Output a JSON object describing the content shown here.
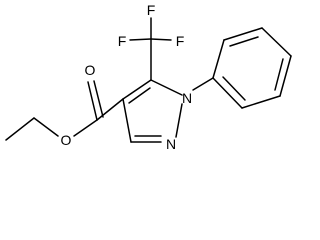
{
  "structure": {
    "atoms": {
      "F1": "F",
      "F2": "F",
      "F3": "F",
      "N1": "N",
      "N2": "N",
      "O1": "O",
      "O2": "O"
    }
  }
}
